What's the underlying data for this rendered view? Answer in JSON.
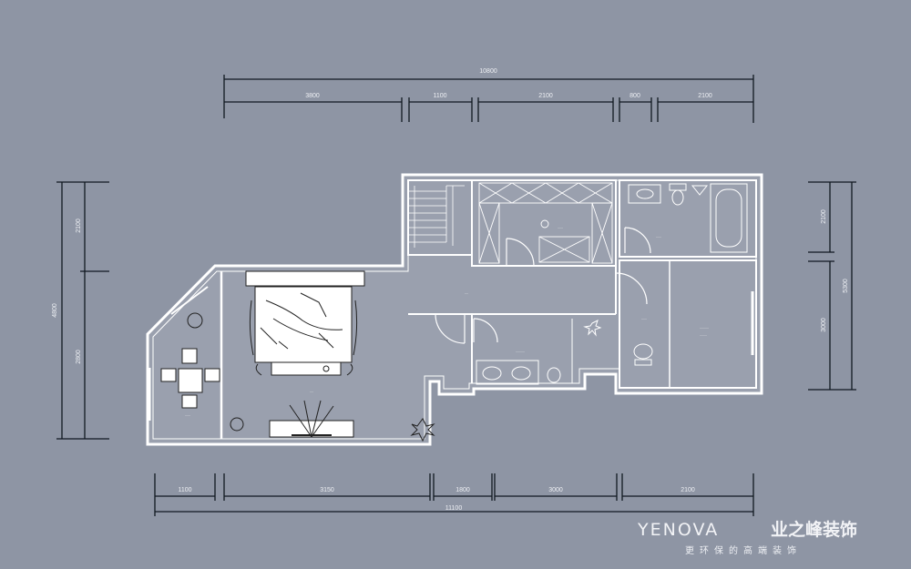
{
  "dimensions": {
    "top_total": "10800",
    "top_segments": [
      "3800",
      "1100",
      "2100",
      "800",
      "2100"
    ],
    "bottom_total": "11100",
    "bottom_segments": [
      "1100",
      "3150",
      "1800",
      "3000",
      "2100"
    ],
    "left_total": "4800",
    "left_segments": [
      "2100",
      "2800"
    ],
    "right_total": "5300",
    "right_segments": [
      "2100",
      "3000"
    ]
  },
  "brand": {
    "name_en": "YENOVA",
    "name_cn": "业之峰装饰",
    "slogan": "更环保的高端装饰"
  }
}
